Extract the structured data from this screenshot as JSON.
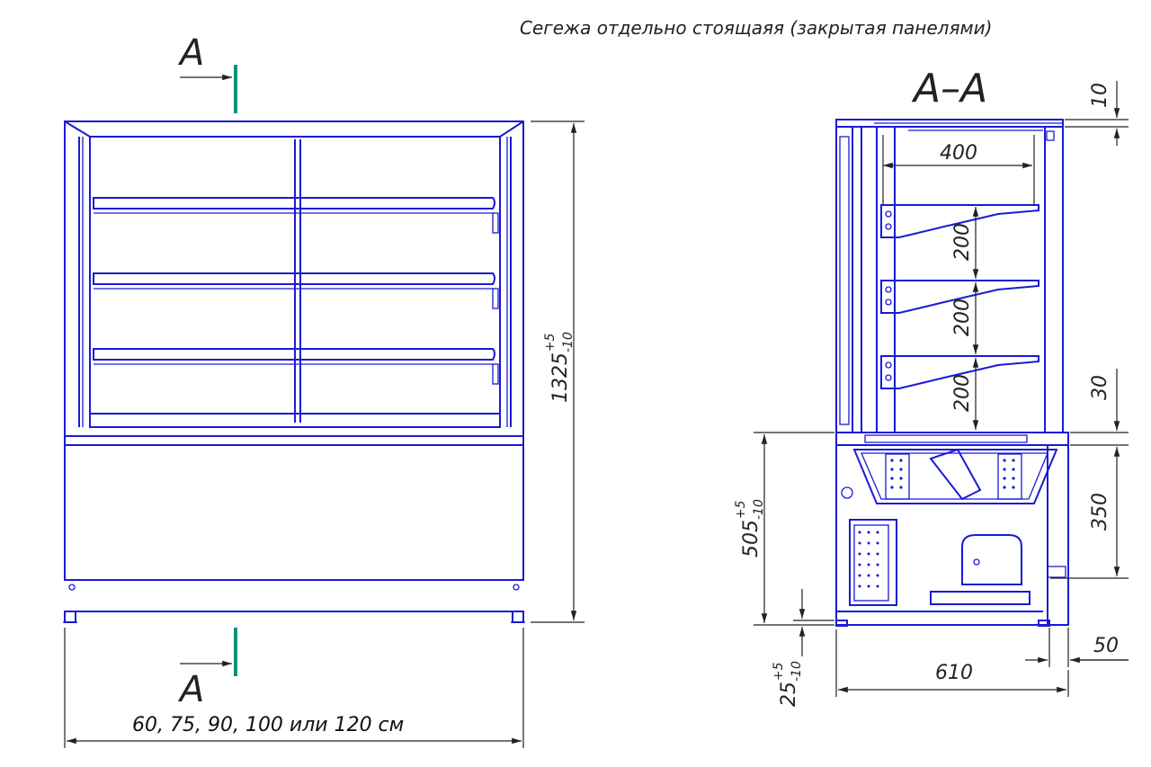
{
  "title": "Сегежа отдельно стоящаяя (закрытая панелями)",
  "section_marker": "A",
  "section_title": "A–A",
  "front_width_label": "60, 75, 90, 100 или 120 см",
  "dims": {
    "total_height": {
      "base": "1325",
      "upper": "+5",
      "lower": "-10"
    },
    "base_height": {
      "base": "505",
      "upper": "+5",
      "lower": "-10"
    },
    "foot_height": {
      "base": "25",
      "upper": "+5",
      "lower": "-10"
    },
    "top": "10",
    "depth_shelf": "400",
    "shelf_gap_1": "200",
    "shelf_gap_2": "200",
    "shelf_gap_3": "200",
    "deck": "30",
    "lower_unit": "350",
    "overhang": "50",
    "depth": "610"
  }
}
